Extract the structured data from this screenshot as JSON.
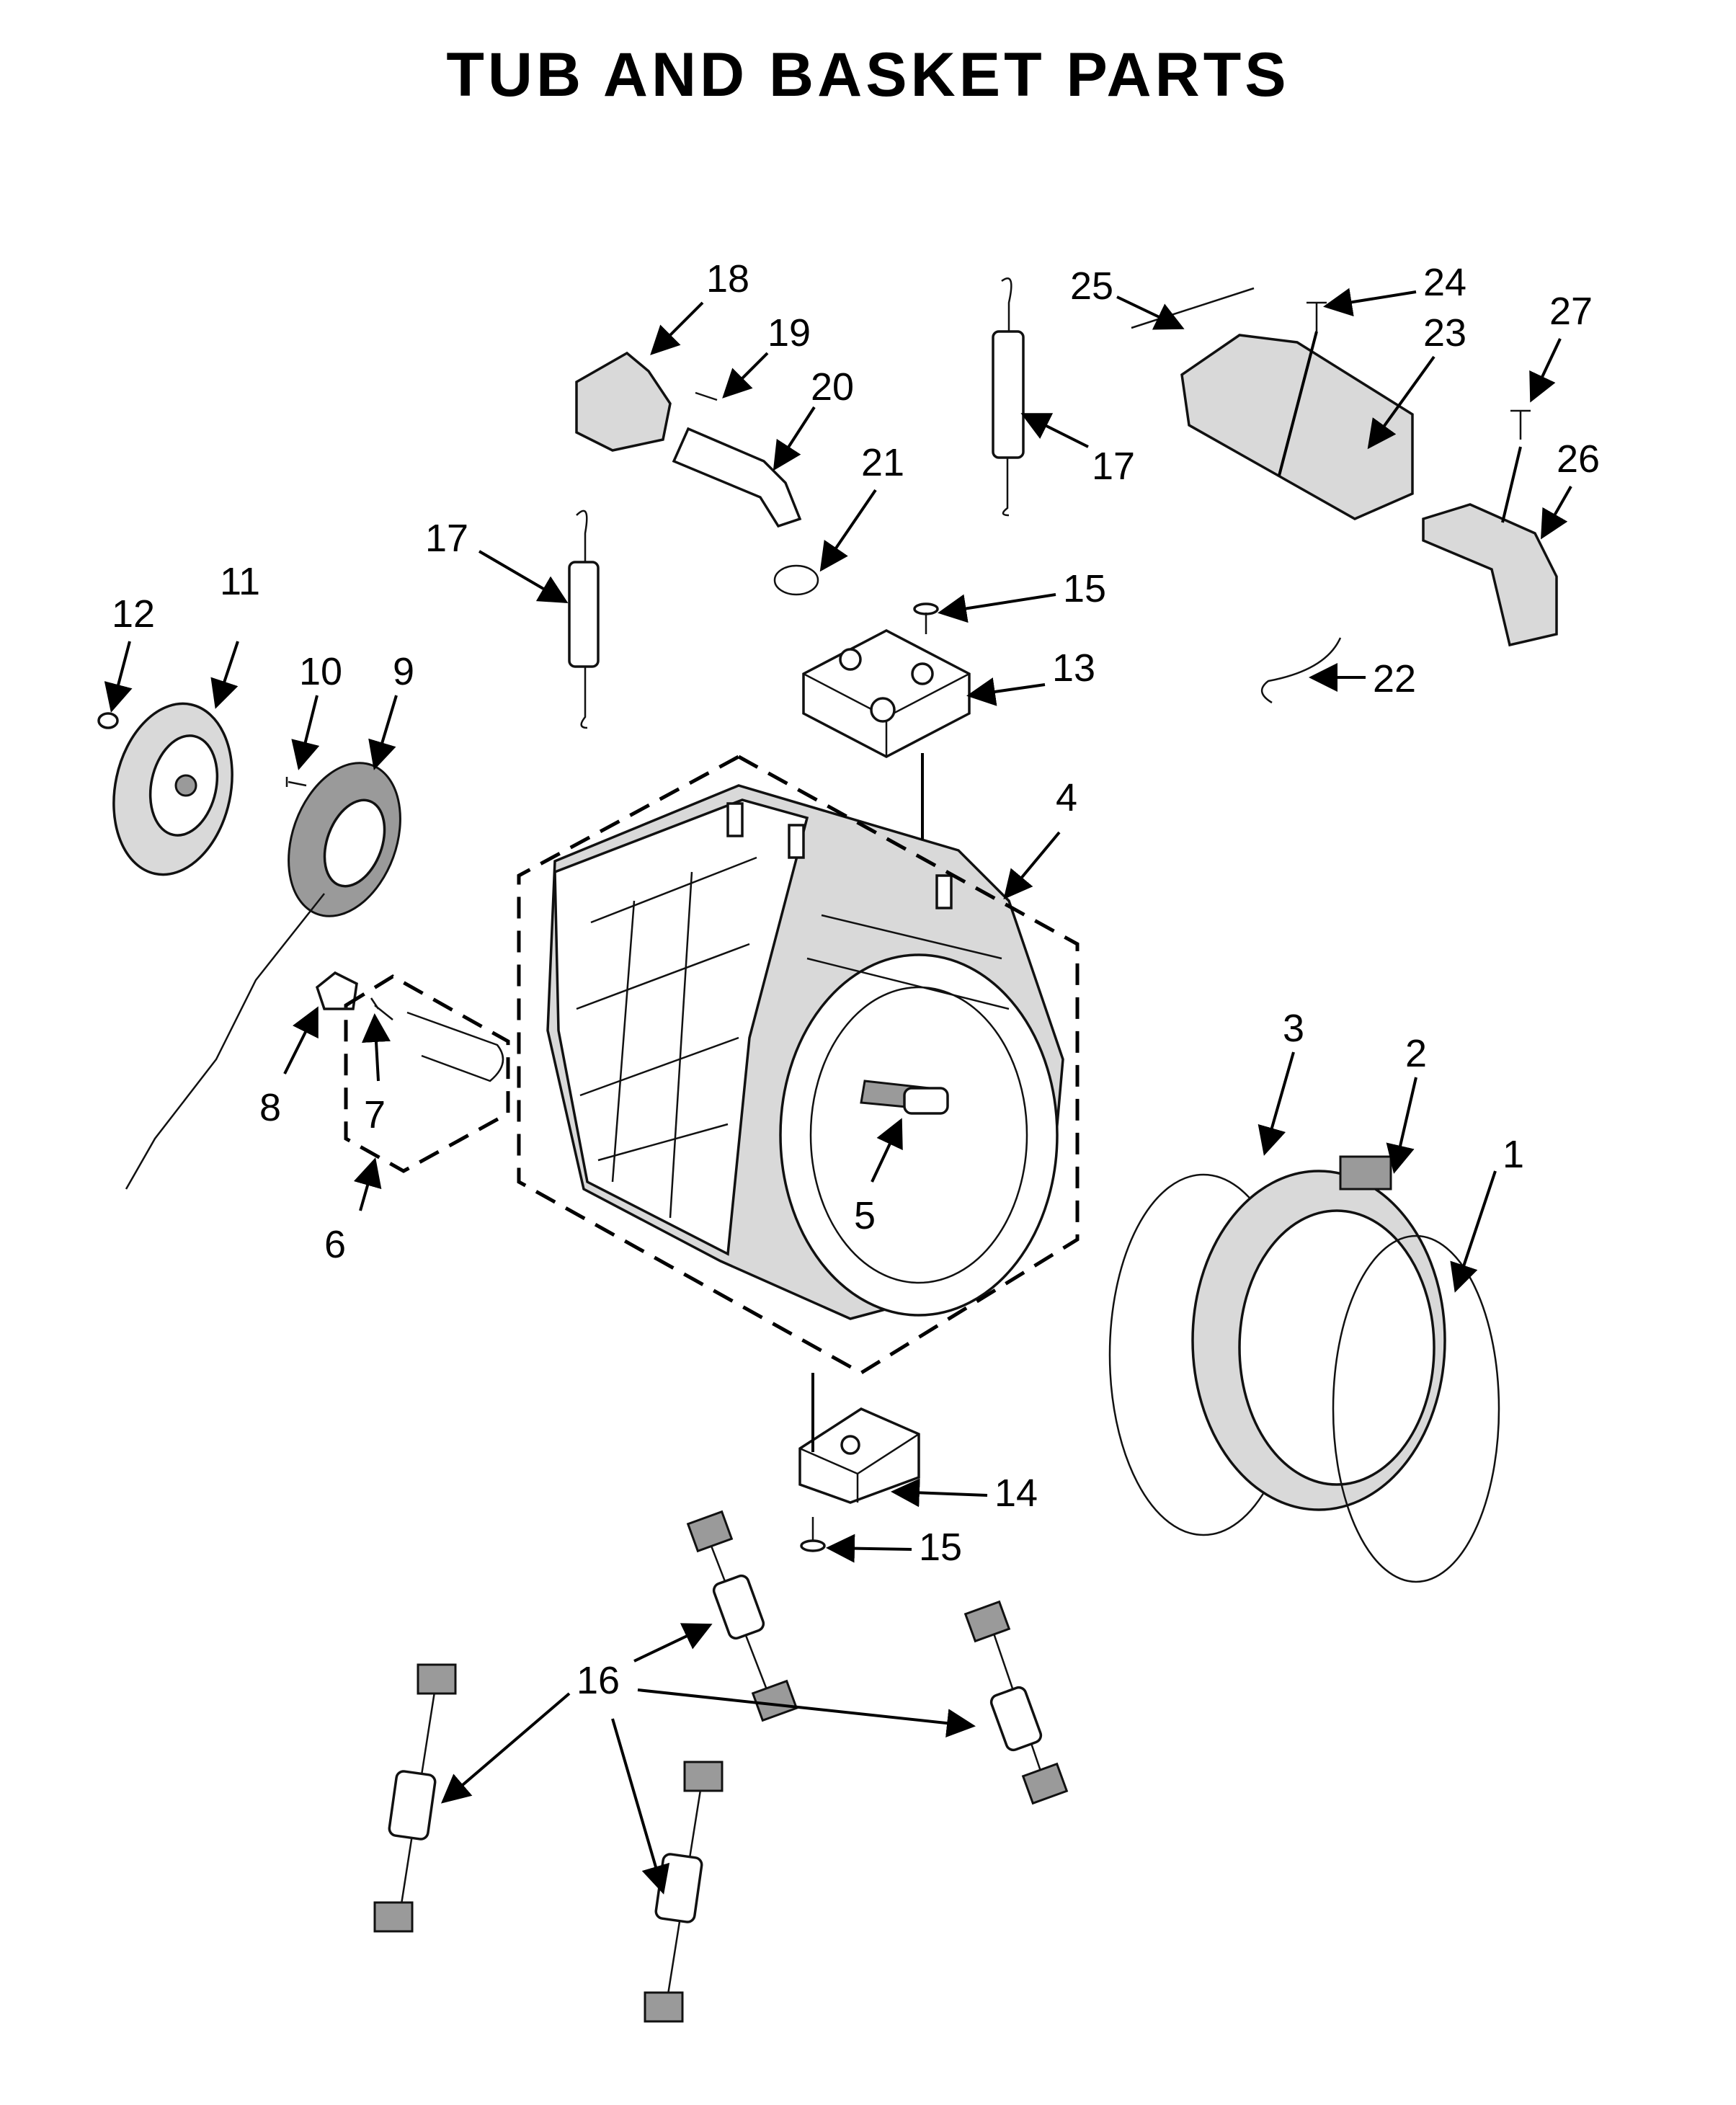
{
  "title": "TUB AND BASKET PARTS",
  "callouts": [
    "1",
    "2",
    "3",
    "4",
    "5",
    "6",
    "7",
    "8",
    "9",
    "10",
    "11",
    "12",
    "13",
    "14",
    "15",
    "15",
    "16",
    "17",
    "17",
    "18",
    "19",
    "20",
    "21",
    "22",
    "23",
    "24",
    "25",
    "26",
    "27"
  ],
  "colors": {
    "line": "#000000",
    "background": "#ffffff",
    "fill_light": "#d9d9d9",
    "fill_dark": "#9a9a9a"
  }
}
